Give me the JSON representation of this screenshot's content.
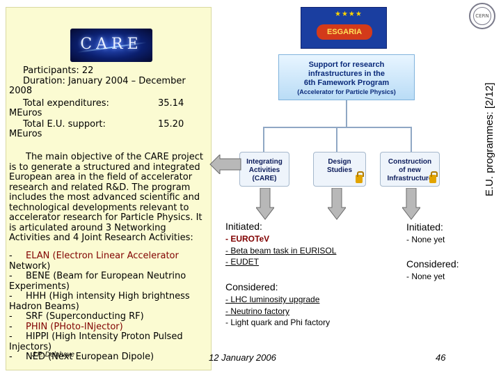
{
  "vertical_title": "E.U. programmes: [2/12]",
  "logo": {
    "text": "CARE",
    "badge": "ESGARIA",
    "stars": "★★★★"
  },
  "cern_logo": "CERN",
  "left": {
    "participants": "Participants: 22",
    "duration_label": "Duration: ",
    "duration_value": "January 2004 – December",
    "duration_cont": "2008",
    "expenditures_label": "Total expenditures:",
    "expenditures_value": "35.14",
    "expenditures_unit": "MEuros",
    "eu_label": "Total E.U. support:",
    "eu_value": "15.20",
    "eu_unit": "MEuros",
    "objective": [
      "The main objective of the CARE project",
      "is to generate a structured and integrated",
      "European area in the field of accelerator",
      "research and related R&D. The program",
      "includes the most advanced scientific and",
      "technological developments relevant to",
      "accelerator research for Particle Physics. It",
      "is articulated around 3 Networking",
      "Activities and 4 Joint Research Activities:"
    ],
    "activities": [
      {
        "dash": "-",
        "text": "ELAN (Electron Linear Accelerator"
      },
      {
        "dash": "",
        "text": "Network)"
      },
      {
        "dash": "-",
        "text": "BENE (Beam for European Neutrino"
      },
      {
        "dash": "",
        "text": "Experiments)"
      },
      {
        "dash": "-",
        "text": "HHH (High intensity High brightness"
      },
      {
        "dash": "",
        "text": "Hadron Beams)"
      },
      {
        "dash": "-",
        "text": "SRF (Superconducting RF)"
      },
      {
        "dash": "-",
        "text": "PHIN (PHoto-INjector)"
      },
      {
        "dash": "-",
        "text": "HIPPI (High Intensity Proton Pulsed"
      },
      {
        "dash": "",
        "text": "Injectors)"
      },
      {
        "dash": "-",
        "text": "NED (Next European Dipole)"
      }
    ]
  },
  "support_box": {
    "line1": "Support for research",
    "line2": "infrastructures in the",
    "line3": "6th Famework Program",
    "line4": "(Accelerator for Particle Physics)"
  },
  "boxes": {
    "integrating": [
      "Integrating",
      "Activities",
      "(CARE)"
    ],
    "design": [
      "Design",
      "Studies"
    ],
    "construction": [
      "Construction",
      "of new",
      "Infrastructure"
    ]
  },
  "middle": {
    "initiated": "Initiated:",
    "initiated_items": [
      "- EUROTeV",
      "- Beta beam task in EURISOL",
      "- EUDET"
    ],
    "considered": "Considered:",
    "considered_items": [
      "- LHC luminosity upgrade",
      "- Neutrino factory",
      "- Light quark and Phi factory"
    ]
  },
  "right": {
    "initiated": "Initiated:",
    "initiated_item": "- None yet",
    "considered": "Considered:",
    "considered_item": "- None yet"
  },
  "footer": {
    "author": "J.P. Delahaye",
    "date": "12 January 2006",
    "page": "46"
  }
}
